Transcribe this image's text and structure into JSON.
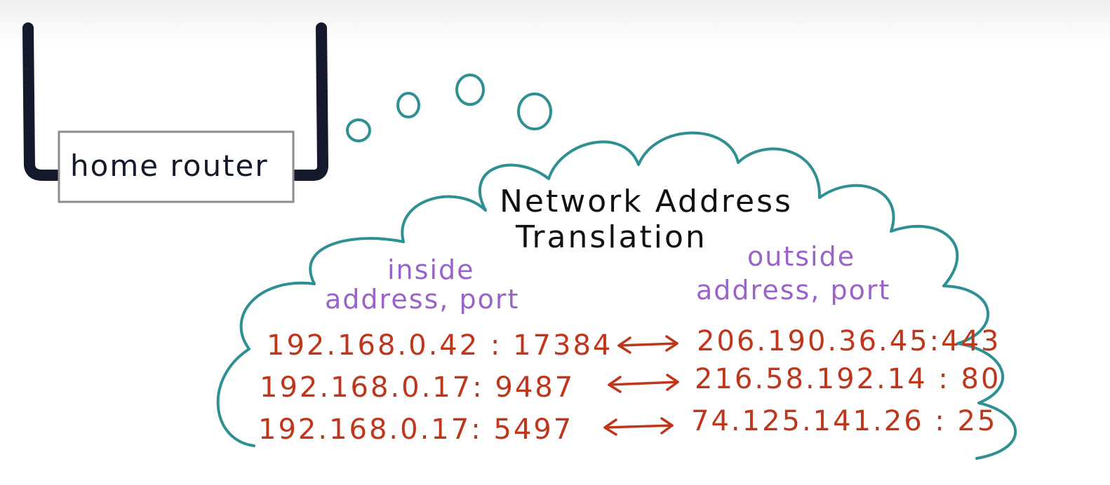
{
  "router": {
    "label": "home router"
  },
  "nat": {
    "title_line_1": "Network Address",
    "title_line_2": "Translation",
    "inside_header_line_1": "inside",
    "inside_header_line_2": "address, port",
    "outside_header_line_1": "outside",
    "outside_header_line_2": "address, port",
    "mappings": [
      {
        "inside": "192.168.0.42 : 17384",
        "outside": "206.190.36.45:443"
      },
      {
        "inside": "192.168.0.17: 9487",
        "outside": "216.58.192.14 : 80"
      },
      {
        "inside": "192.168.0.17: 5497",
        "outside": "74.125.141.26 : 25"
      }
    ]
  },
  "colors": {
    "router_ink": "#141a2b",
    "cloud_ink": "#2e9093",
    "header_ink": "#9a63c9",
    "mapping_ink": "#c0361b",
    "title_ink": "#111111"
  }
}
